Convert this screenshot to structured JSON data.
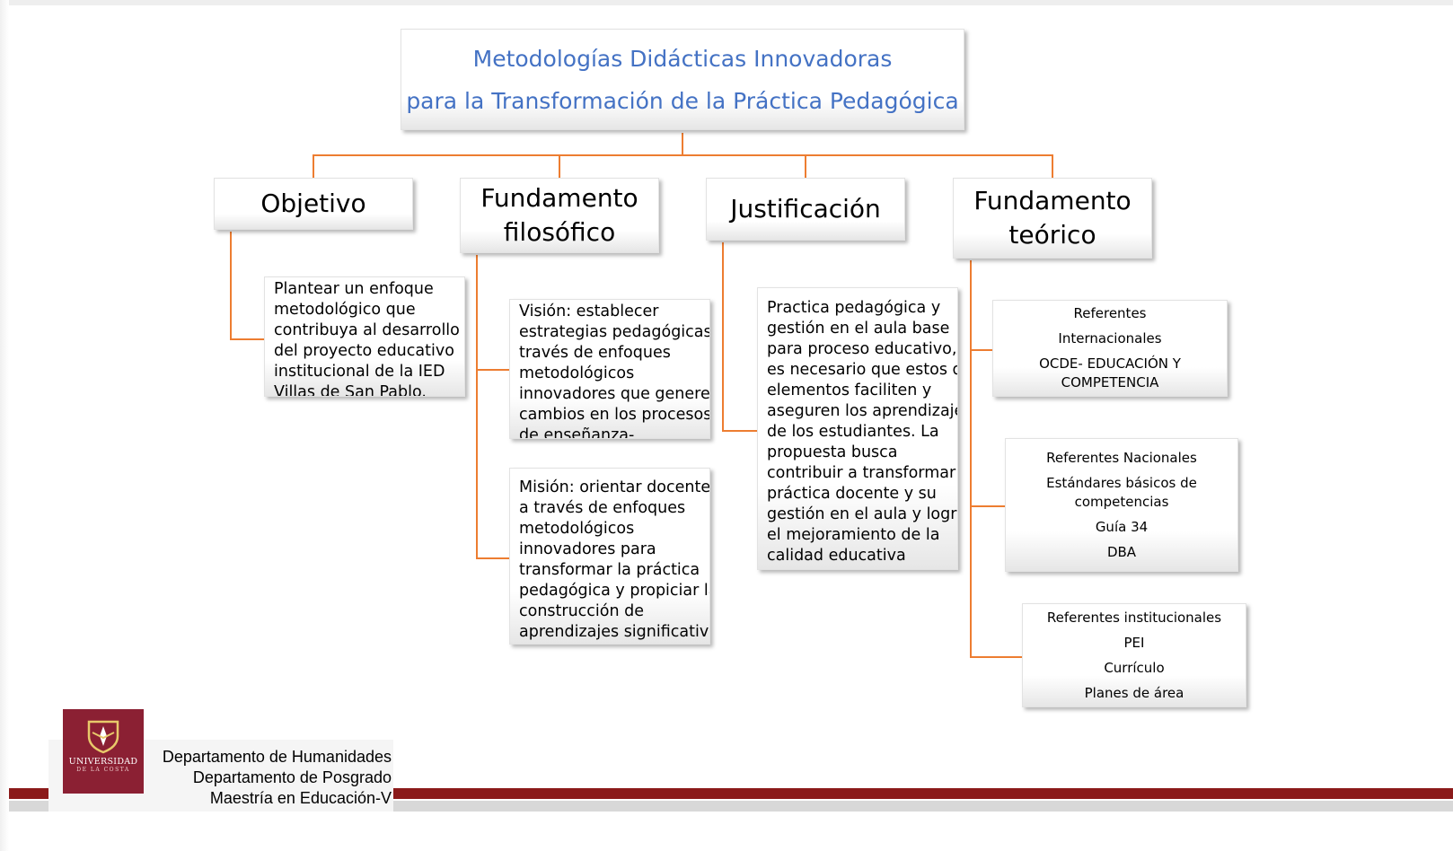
{
  "title": {
    "line1": "Metodologías Didácticas Innovadoras",
    "line2": "para la Transformación de la Práctica Pedagógica"
  },
  "branches": [
    {
      "heading": [
        "Objetivo"
      ],
      "items": [
        {
          "lines": [
            "Plantear un enfoque",
            "metodológico que",
            "contribuya al desarrollo",
            "del proyecto educativo",
            "institucional de la IED",
            "Villas de San Pablo."
          ]
        }
      ]
    },
    {
      "heading": [
        "Fundamento",
        "filosófico"
      ],
      "items": [
        {
          "lines": [
            "Visión: establecer",
            "estrategias pedagógicas a",
            "través de enfoques",
            "metodológicos",
            "innovadores que generen",
            "cambios en los procesos",
            "de enseñanza-"
          ]
        },
        {
          "lines": [
            "Misión: orientar docentes",
            "a través de enfoques",
            "metodológicos",
            "innovadores para",
            "transformar la práctica",
            "pedagógica y propiciar la",
            "construcción de",
            "aprendizajes significativos"
          ]
        }
      ]
    },
    {
      "heading": [
        "Justificación"
      ],
      "items": [
        {
          "lines": [
            "Practica pedagógica y",
            "gestión en el aula  base",
            "para  proceso educativo,",
            "es necesario que estos dos",
            "elementos faciliten y",
            "aseguren los aprendizajes",
            "de los estudiantes. La",
            "propuesta busca",
            "contribuir a transformar la",
            "práctica docente y su",
            "gestión en el aula y lograr",
            "el mejoramiento de la",
            "calidad educativa"
          ]
        }
      ]
    },
    {
      "heading": [
        "Fundamento",
        "teórico"
      ],
      "items": [
        {
          "lines": [
            "Referentes",
            "Internacionales",
            "OCDE- EDUCACIÓN Y",
            "COMPETENCIA"
          ]
        },
        {
          "lines": [
            "Referentes Nacionales",
            "Estándares básicos de",
            "competencias",
            "Guía 34",
            "DBA"
          ]
        },
        {
          "lines": [
            "Referentes institucionales",
            "PEI",
            "Currículo",
            "Planes de área"
          ]
        }
      ]
    }
  ],
  "footer": {
    "logo_text": "UNIVERSIDAD",
    "logo_subtext": "DE LA COSTA",
    "departments": [
      "Departamento de Humanidades",
      "Departamento de Posgrado",
      "Maestría en Educación-V"
    ]
  },
  "colors": {
    "title": "#4472c4",
    "connector": "#ed7d31",
    "footer_bar": "#8b1a1a",
    "logo_bg": "#8b2033"
  }
}
